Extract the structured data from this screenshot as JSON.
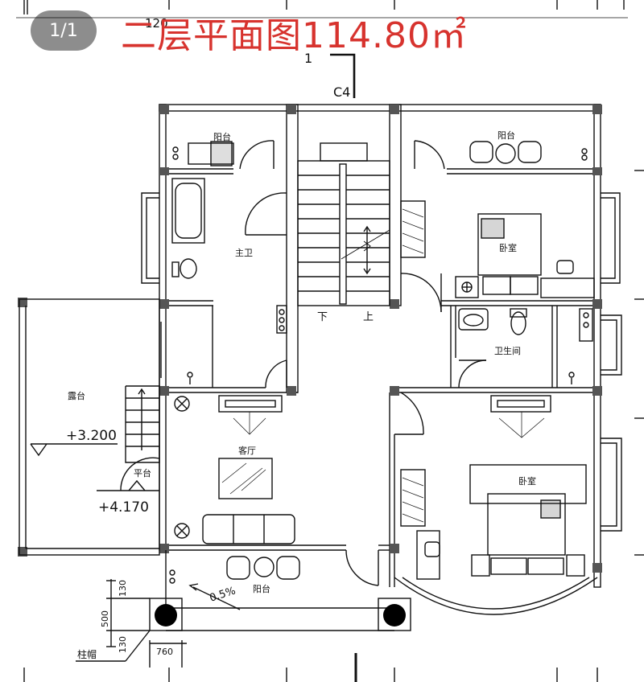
{
  "viewer": {
    "page_counter": "1/1"
  },
  "plan": {
    "title": "二层平面图114.80㎡",
    "dim_top": "120",
    "section_mark": "1",
    "window_code": "C4",
    "rooms": {
      "balcony_top_left": "阳台",
      "balcony_top_right": "阳台",
      "master_bath": "主卫",
      "bedroom_upper": "卧室",
      "bathroom": "卫生间",
      "terrace": "露台",
      "living_room": "客厅",
      "landing": "平台",
      "bedroom_lower": "卧室",
      "balcony_bottom": "阳台"
    },
    "stair_down": "下",
    "stair_up": "上",
    "elevation_terrace": "+3.200",
    "elevation_landing": "+4.170",
    "slope": "0.5%",
    "dimensions": {
      "d130_top": "130",
      "d500": "500",
      "d130_bottom": "130",
      "d760": "760"
    },
    "column_cap_label": "柱帽"
  }
}
